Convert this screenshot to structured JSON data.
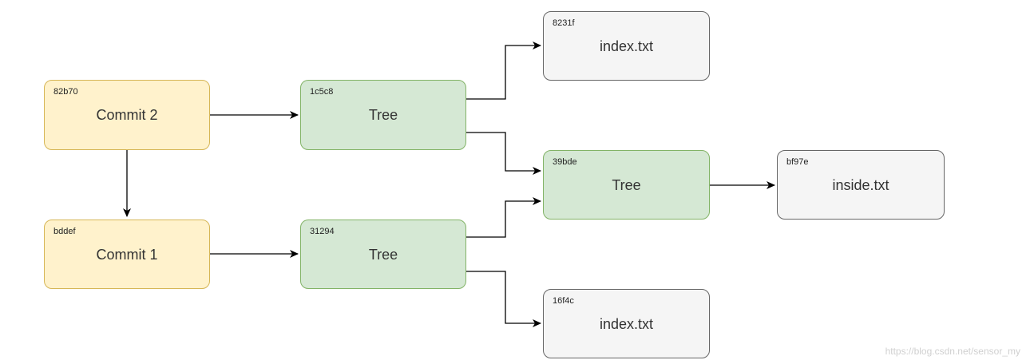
{
  "nodes": {
    "commit2": {
      "hash": "82b70",
      "label": "Commit 2"
    },
    "commit1": {
      "hash": "bddef",
      "label": "Commit 1"
    },
    "tree_c2": {
      "hash": "1c5c8",
      "label": "Tree"
    },
    "tree_c1": {
      "hash": "31294",
      "label": "Tree"
    },
    "tree_sub": {
      "hash": "39bde",
      "label": "Tree"
    },
    "blob_top": {
      "hash": "8231f",
      "label": "index.txt"
    },
    "blob_mid": {
      "hash": "bf97e",
      "label": "inside.txt"
    },
    "blob_bot": {
      "hash": "16f4c",
      "label": "index.txt"
    }
  },
  "watermark": "https://blog.csdn.net/sensor_my",
  "colors": {
    "commit_fill": "#fff2cc",
    "commit_stroke": "#d6b656",
    "tree_fill": "#d5e8d4",
    "tree_stroke": "#82b366",
    "blob_fill": "#f5f5f5",
    "blob_stroke": "#666666",
    "edge": "#000000"
  }
}
